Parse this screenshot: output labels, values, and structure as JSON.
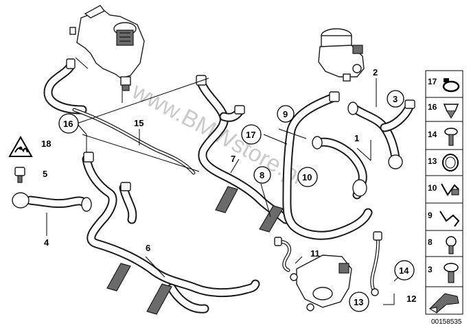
{
  "watermark": "www.BMWstore.pl",
  "diagram_code": "00158535",
  "callouts": {
    "c1": "1",
    "c2": "2",
    "c3": "3",
    "c4": "4",
    "c5": "5",
    "c6": "6",
    "c7": "7",
    "c8": "8",
    "c9": "9",
    "c10": "10",
    "c11": "11",
    "c12": "12",
    "c13": "13",
    "c14": "14",
    "c15": "15",
    "c16": "16",
    "c17": "17",
    "c18": "18"
  },
  "parts_legend": [
    "17",
    "16",
    "14",
    "13",
    "10",
    "9",
    "8",
    "3"
  ]
}
